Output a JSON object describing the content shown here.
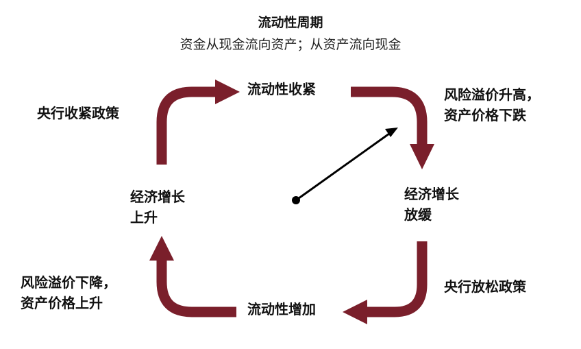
{
  "title": "流动性周期",
  "subtitle": "资金从现金流向资产；从资产流向现金",
  "nodes": {
    "top": "流动性收紧",
    "right_line1": "经济增长",
    "right_line2": "放缓",
    "bottom": "流动性增加",
    "left_line1": "经济增长",
    "left_line2": "上升"
  },
  "annotations": {
    "top_left": "央行收紧政策",
    "top_right_line1": "风险溢价升高，",
    "top_right_line2": "资产价格下跌",
    "bottom_right": "央行放松政策",
    "bottom_left_line1": "风险溢价下降，",
    "bottom_left_line2": "资产价格上升"
  },
  "colors": {
    "cycle_arrow": "#7a1f2b",
    "pointer_arrow": "#000000"
  }
}
